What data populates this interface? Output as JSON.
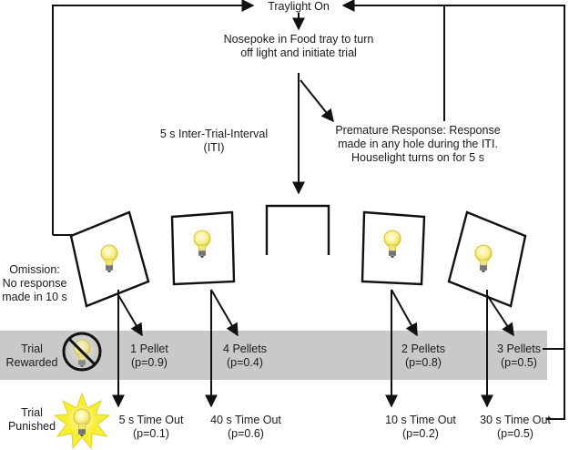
{
  "top": {
    "traylight": "Traylight On",
    "nosepoke_line1": "Nosepoke in Food tray to turn",
    "nosepoke_line2": "off light and initiate trial"
  },
  "iti": {
    "line1": "5 s Inter-Trial-Interval",
    "line2": "(ITI)"
  },
  "premature": {
    "line1": "Premature Response: Response",
    "line2": "made in any hole during the ITI.",
    "line3": "Houselight turns on for 5 s"
  },
  "omission": {
    "line1": "Omission:",
    "line2": "No response",
    "line3": "made in 10 s"
  },
  "rows": {
    "rewarded_line1": "Trial",
    "rewarded_line2": "Rewarded",
    "punished_line1": "Trial",
    "punished_line2": "Punished"
  },
  "options": [
    {
      "reward": "1 Pellet",
      "reward_p": "(p=0.9)",
      "timeout": "5 s Time Out",
      "timeout_p": "(p=0.1)"
    },
    {
      "reward": "4 Pellets",
      "reward_p": "(p=0.4)",
      "timeout": "40 s Time Out",
      "timeout_p": "(p=0.6)"
    },
    {
      "reward": "2 Pellets",
      "reward_p": "(p=0.8)",
      "timeout": "10 s Time Out",
      "timeout_p": "(p=0.2)"
    },
    {
      "reward": "3 Pellets",
      "reward_p": "(p=0.5)",
      "timeout": "30 s Time Out",
      "timeout_p": "(p=0.5)"
    }
  ],
  "colors": {
    "band": "#c9c9c9",
    "line": "#111111",
    "bulb": "#f6ef8a",
    "bulb_glow": "#fffbd0",
    "punish_star": "#f7ee3a"
  },
  "icons": [
    "lightbulb-icon",
    "no-reward-icon",
    "punishment-flash-icon"
  ]
}
